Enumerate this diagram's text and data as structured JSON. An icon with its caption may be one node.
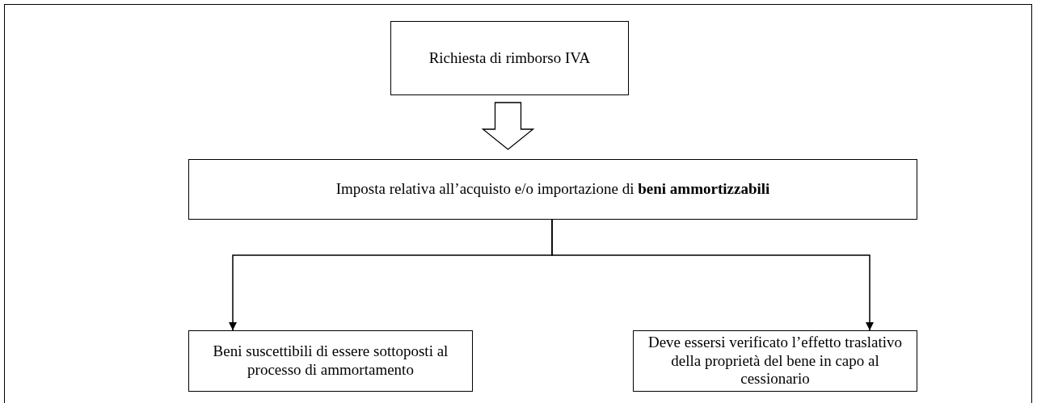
{
  "diagram": {
    "nodes": [
      {
        "text": [
          "Richiesta di rimborso IVA"
        ]
      },
      {
        "text": [
          "Imposta relativa all’acquisto e/o importazione di **beni ammortizzabili**"
        ]
      },
      {
        "text": [
          "Beni suscettibili di essere sottoposti al processo di ammortamento"
        ]
      },
      {
        "text": [
          "Deve essersi verificato l’effetto traslativo della proprietà del bene in capo al cessionario"
        ]
      }
    ],
    "edges": [
      {
        "from": 0,
        "to": 1,
        "arrow": "to",
        "style": "thick"
      },
      {
        "from": 1,
        "to": 2,
        "arrow": "to"
      },
      {
        "from": 1,
        "to": 3,
        "arrow": "to"
      }
    ]
  }
}
